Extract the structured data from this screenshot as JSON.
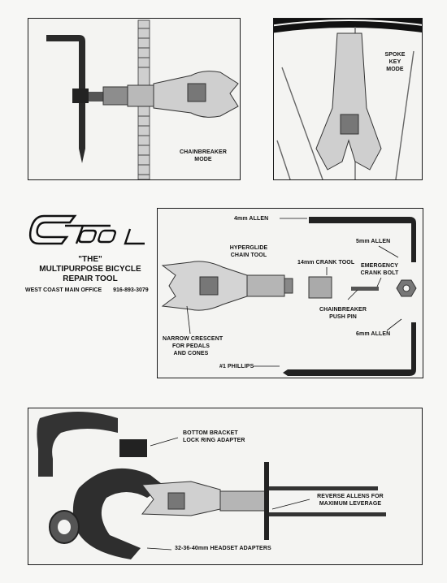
{
  "brand": {
    "logo_text": "C TOOL",
    "the": "\"THE\"",
    "title_line1": "MULTIPURPOSE BICYCLE",
    "title_line2": "REPAIR TOOL",
    "office": "WEST COAST MAIN OFFICE",
    "phone": "916-893-3079"
  },
  "panels": {
    "chainbreaker": {
      "label_line1": "CHAINBREAKER",
      "label_line2": "MODE"
    },
    "spoke": {
      "label_line1": "SPOKE",
      "label_line2": "KEY",
      "label_line3": "MODE"
    },
    "exploded": {
      "allen_4mm": "4mm ALLEN",
      "allen_5mm": "5mm ALLEN",
      "allen_6mm": "6mm ALLEN",
      "hyperglide_line1": "HYPERGLIDE",
      "hyperglide_line2": "CHAIN TOOL",
      "crank_tool": "14mm CRANK TOOL",
      "emergency_line1": "EMERGENCY",
      "emergency_line2": "CRANK BOLT",
      "push_pin_line1": "CHAINBREAKER",
      "push_pin_line2": "PUSH PIN",
      "crescent_line1": "NARROW CRESCENT",
      "crescent_line2": "FOR PEDALS",
      "crescent_line3": "AND CONES",
      "phillips": "#1 PHILLIPS"
    },
    "adapters": {
      "bb_line1": "BOTTOM BRACKET",
      "bb_line2": "LOCK RING ADAPTER",
      "reverse_line1": "REVERSE ALLENS FOR",
      "reverse_line2": "MAXIMUM LEVERAGE",
      "headset": "32-36-40mm HEADSET ADAPTERS"
    }
  }
}
